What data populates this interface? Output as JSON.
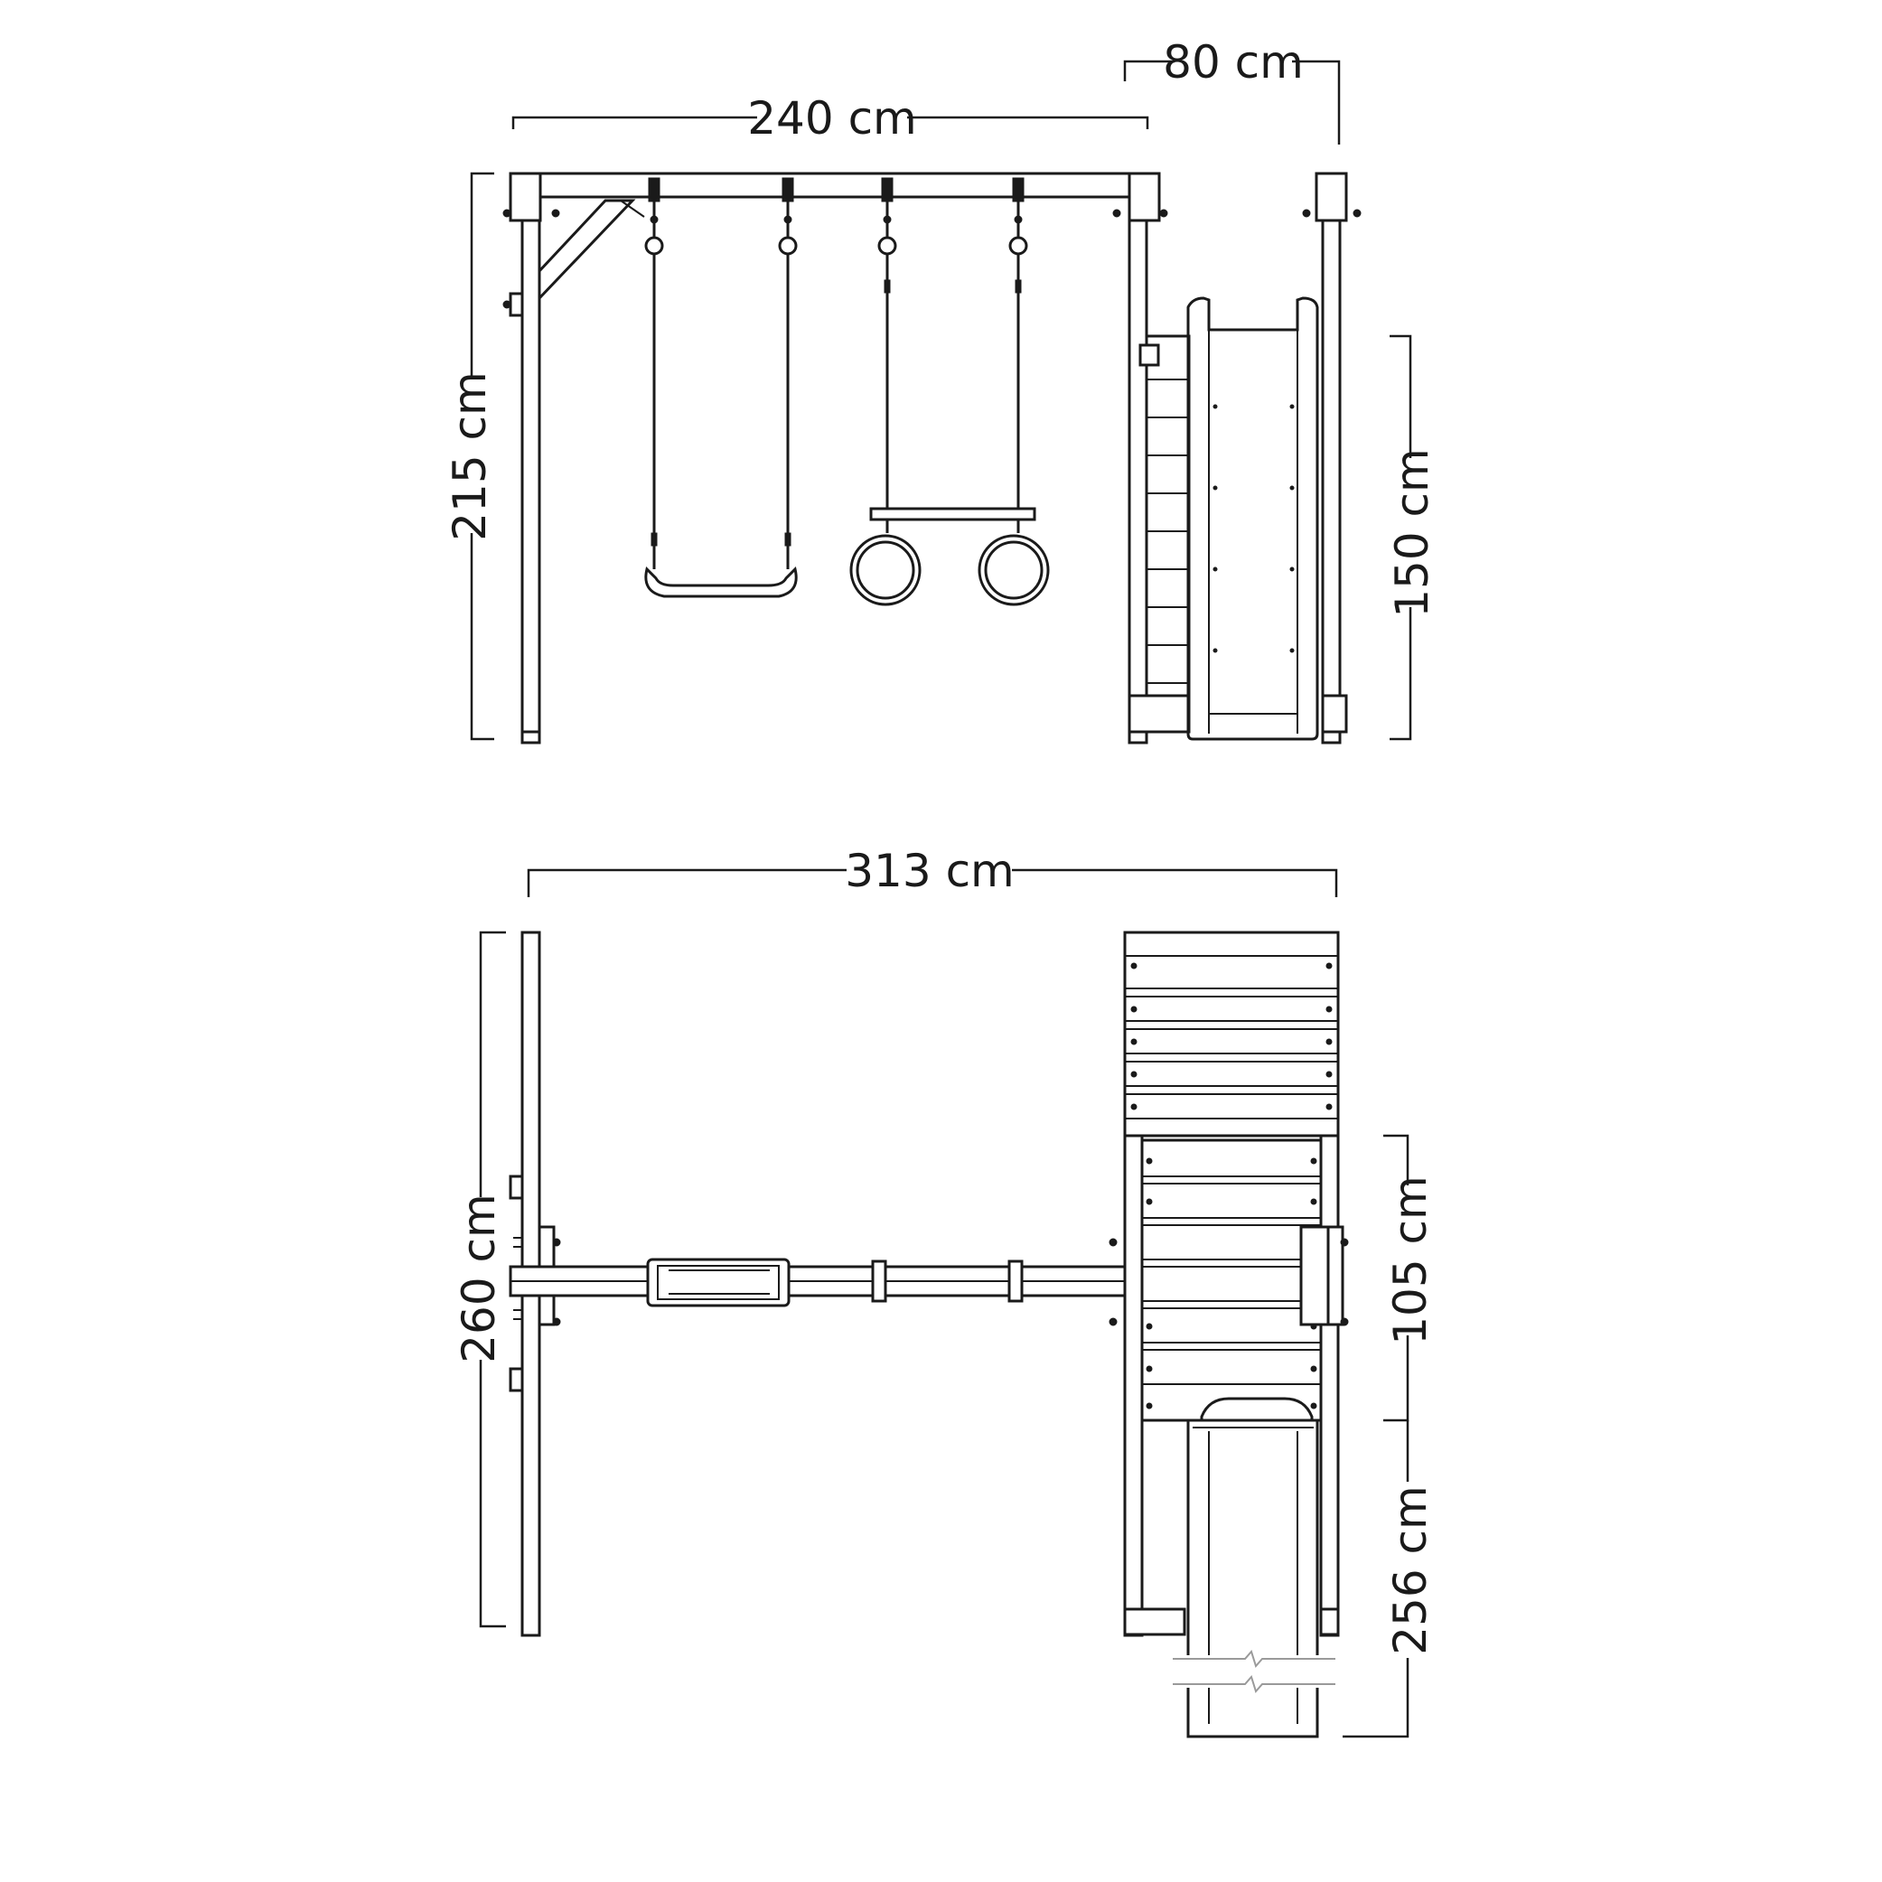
{
  "front_view": {
    "dim_width": "240 cm",
    "dim_height": "215 cm",
    "dim_depth": "80 cm",
    "dim_platform_height": "150 cm"
  },
  "top_view": {
    "dim_total_width": "313 cm",
    "dim_total_depth": "260 cm",
    "dim_tower_depth": "105 cm",
    "dim_slide_length": "256 cm"
  },
  "colors": {
    "line": "#1a1a1a",
    "background": "#ffffff",
    "break_line": "#9a9a9a"
  }
}
